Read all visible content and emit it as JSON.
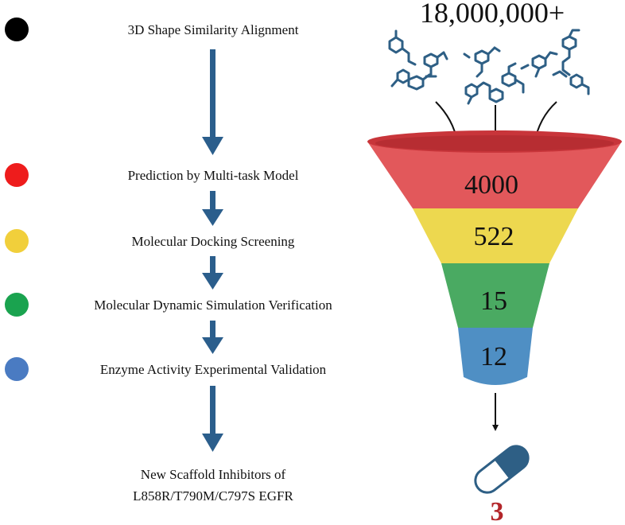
{
  "steps": [
    {
      "label": "3D Shape Similarity Alignment",
      "color": "#000000"
    },
    {
      "label": "Prediction by Multi-task Model",
      "color": "#ee1c1c"
    },
    {
      "label": "Molecular Docking Screening",
      "color": "#f1cf3b"
    },
    {
      "label": "Molecular Dynamic Simulation Verification",
      "color": "#1aa34f"
    },
    {
      "label": "Enzyme Activity Experimental Validation",
      "color": "#4a7bc2"
    }
  ],
  "final": {
    "line1": "New Scaffold Inhibitors of",
    "line2": "L858R/T790M/C797S EGFR"
  },
  "funnel": {
    "input_count": "18,000,000+",
    "stages": [
      {
        "value": "4000",
        "color": "#e2585b"
      },
      {
        "value": "522",
        "color": "#edd84f"
      },
      {
        "value": "15",
        "color": "#4aaa62"
      },
      {
        "value": "12",
        "color": "#4f8fc4"
      }
    ],
    "result": "3",
    "result_color": "#b3262a",
    "flow_arrow_color": "#2b5e8c",
    "molecule_color": "#2e5f85"
  }
}
